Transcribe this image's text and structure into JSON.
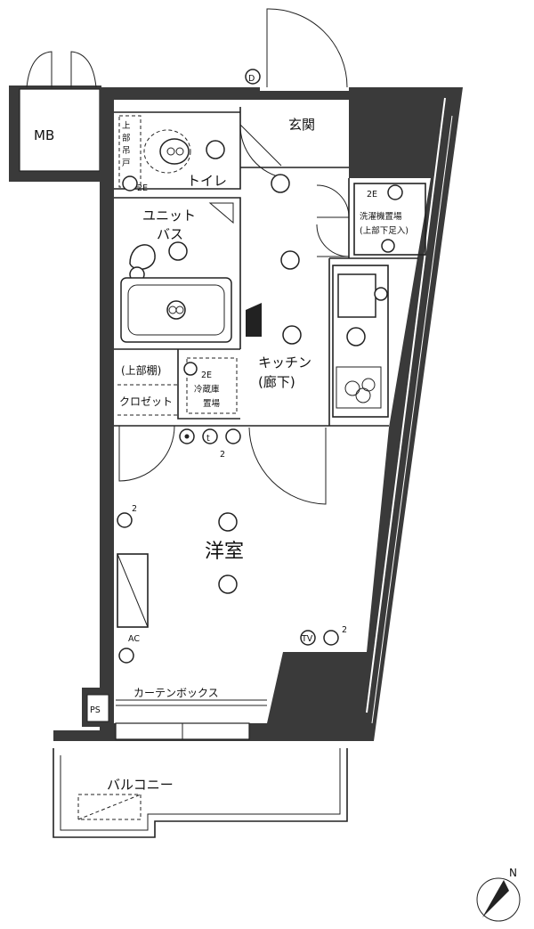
{
  "rooms": {
    "mb": "MB",
    "entrance": "玄関",
    "toilet": "トイレ",
    "unit_bath_line1": "ユニット",
    "unit_bath_line2": "バス",
    "kitchen_line1": "キッチン",
    "kitchen_line2": "(廊下)",
    "closet_upper": "(上部棚)",
    "closet": "クロゼット",
    "western_room": "洋室",
    "curtain_box": "カーテンボックス",
    "balcony": "バルコニー"
  },
  "annotations": {
    "d_mark": "D",
    "toilet_shelf_col1": "上",
    "toilet_shelf_col2": "部",
    "toilet_shelf_col3": "吊",
    "toilet_shelf_col4": "戸",
    "outlet_2e_toilet": "2E",
    "washer_2e": "2E",
    "washer_label": "洗濯機置場",
    "washer_sub": "(上部下足入)",
    "fridge_2e": "2E",
    "fridge_line1": "冷蔵庫",
    "fridge_line2": "置場",
    "outlet_t": "t",
    "outlet_count_2a": "2",
    "outlet_count_2b": "2",
    "outlet_count_2c": "2",
    "ac": "AC",
    "tv": "TV",
    "ps": "PS",
    "compass_n": "N"
  }
}
